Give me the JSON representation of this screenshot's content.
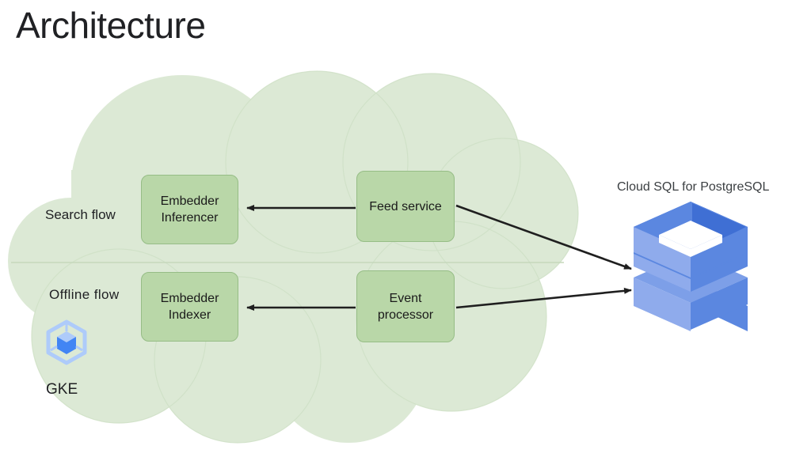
{
  "slide": {
    "title": "Architecture",
    "background_color": "#ffffff",
    "title_color": "#202124"
  },
  "cloud": {
    "name": "gke-cloud-boundary",
    "fill_color": "#dce9d5",
    "divider_visible": true
  },
  "flows": [
    {
      "id": "search",
      "label": "Search flow"
    },
    {
      "id": "offline",
      "label": "Offline  flow"
    }
  ],
  "platform": {
    "icon": "gke-hexagon-cube-icon",
    "label": "GKE",
    "icon_color": "#aecbfa",
    "icon_accent_color": "#4285f4"
  },
  "nodes": [
    {
      "id": "embedder-inferencer",
      "label": "Embedder\nInferencer",
      "row": "search",
      "fill_color": "#b9d7a8",
      "border_color": "#96bd86"
    },
    {
      "id": "feed-service",
      "label": "Feed service",
      "row": "search",
      "fill_color": "#b9d7a8",
      "border_color": "#96bd86"
    },
    {
      "id": "embedder-indexer",
      "label": "Embedder\nIndexer",
      "row": "offline",
      "fill_color": "#b9d7a8",
      "border_color": "#96bd86"
    },
    {
      "id": "event-processor",
      "label": "Event\nprocessor",
      "row": "offline",
      "fill_color": "#b9d7a8",
      "border_color": "#96bd86"
    }
  ],
  "database": {
    "id": "cloud-sql-postgresql",
    "caption": "Cloud SQL for PostgreSQL",
    "icon": "cloud-sql-stack-icon",
    "colors": {
      "dark_blue": "#3f6fd4",
      "mid_blue": "#5b87e0",
      "light_blue": "#7d9fe8",
      "pale_blue": "#8fabec"
    }
  },
  "connections": [
    {
      "id": "feed-service-to-embedder-inferencer",
      "from": "feed-service",
      "to": "embedder-inferencer",
      "direction": "left",
      "color": "#1f1f1f"
    },
    {
      "id": "event-processor-to-embedder-indexer",
      "from": "event-processor",
      "to": "embedder-indexer",
      "direction": "left",
      "color": "#1f1f1f"
    },
    {
      "id": "feed-service-to-cloud-sql",
      "from": "feed-service",
      "to": "cloud-sql-postgresql",
      "direction": "right-down",
      "color": "#1f1f1f"
    },
    {
      "id": "event-processor-to-cloud-sql",
      "from": "event-processor",
      "to": "cloud-sql-postgresql",
      "direction": "right-up",
      "color": "#1f1f1f"
    }
  ]
}
